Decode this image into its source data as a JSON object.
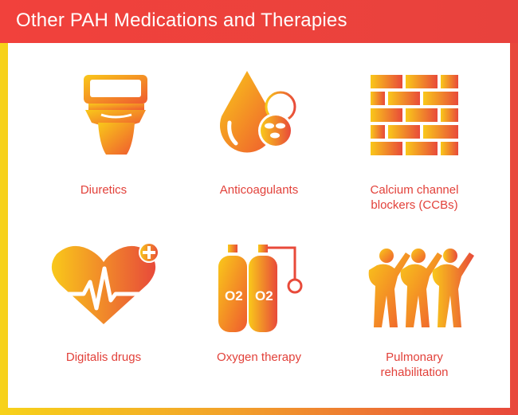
{
  "header": {
    "title": "Other PAH Medications and Therapies"
  },
  "items": [
    {
      "label": "Diuretics",
      "icon": "toilet-icon"
    },
    {
      "label": "Anticoagulants",
      "icon": "blood-drop-pills-icon"
    },
    {
      "label": "Calcium channel\nblockers (CCBs)",
      "icon": "brick-wall-icon"
    },
    {
      "label": "Digitalis drugs",
      "icon": "heart-pulse-icon"
    },
    {
      "label": "Oxygen therapy",
      "icon": "oxygen-tanks-icon",
      "tank_text": "O2"
    },
    {
      "label": "Pulmonary\nrehabilitation",
      "icon": "stretching-people-icon"
    }
  ],
  "colors": {
    "accent": "#e8423d",
    "gradient_start": "#f7d21a",
    "gradient_end": "#e8473c"
  }
}
